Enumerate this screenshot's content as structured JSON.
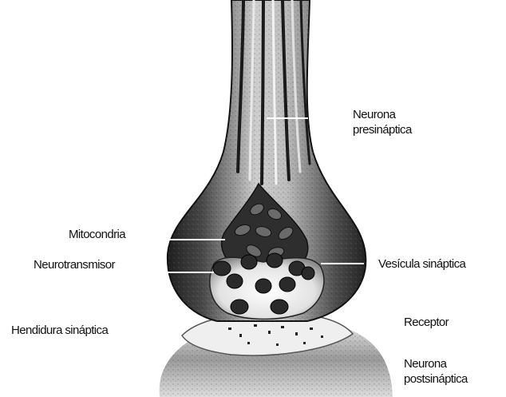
{
  "diagram": {
    "labels": {
      "neurona_presinaptica": "Neurona\npresináptica",
      "mitocondria": "Mitocondria",
      "neurotransmisor": "Neurotransmisor",
      "vesicula_sinaptica": "Vesícula sináptica",
      "hendidura_sinaptica": "Hendidura sináptica",
      "receptor": "Receptor",
      "neurona_postsinaptica": "Neurona\npostsináptica"
    },
    "colors": {
      "ink": "#111111",
      "dark_fill": "#3a3a3a",
      "mid_fill": "#7a7a7a",
      "light_fill": "#d9d9d9",
      "background": "#ffffff"
    }
  }
}
